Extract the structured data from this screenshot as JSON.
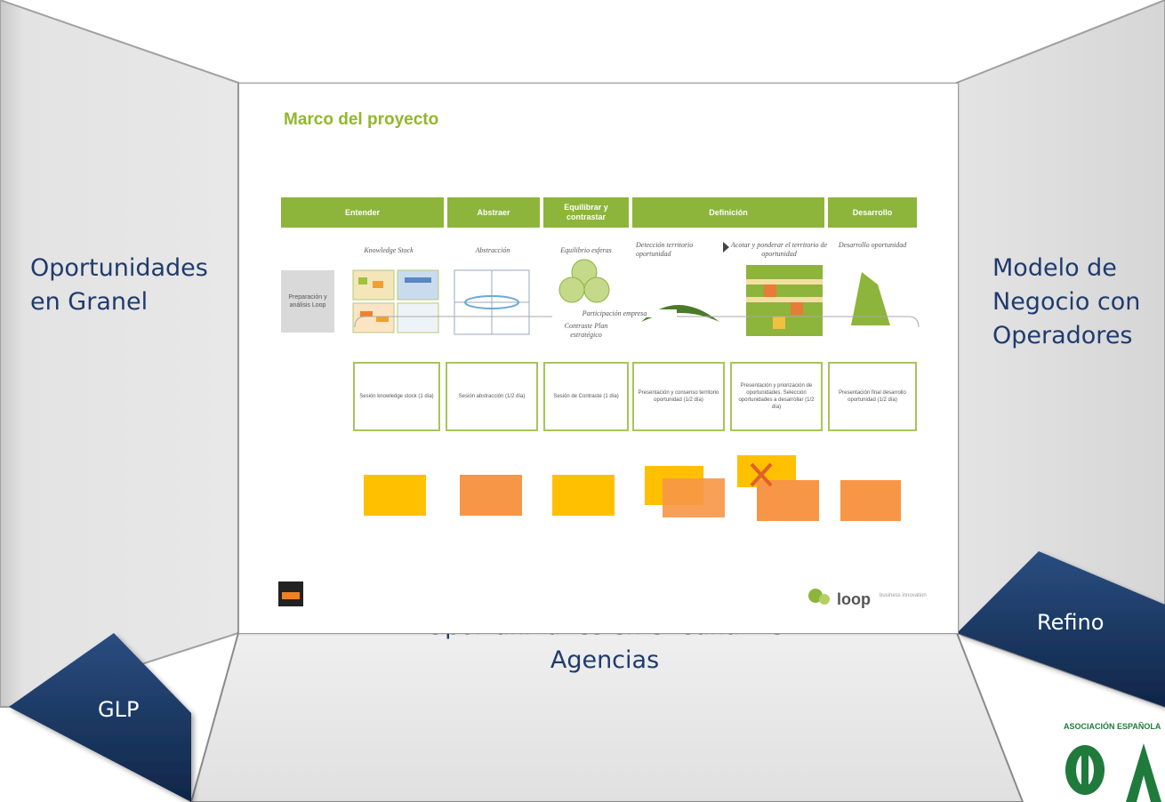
{
  "panels": {
    "left": "Oportunidades en Granel",
    "right": "Modelo de Negocio con Operadores",
    "bottom": "Oportunidades en el Canal de Agencias"
  },
  "corner_tabs": {
    "bottom_left": "GLP",
    "bottom_right": "Refino"
  },
  "slide": {
    "title": "Marco del proyecto",
    "phases": [
      "Entender",
      "Abstraer",
      "Equilibrar y contrastar",
      "Definición",
      "Desarrollo"
    ],
    "captions": {
      "knowledge": "Knowledge Stock",
      "abstraccion": "Abstracción",
      "equilibrio": "Equilibrio esferas",
      "contraste": "Contraste Plan estratégico",
      "deteccion": "Detección territorio oportunidad",
      "acotar": "Acotar y ponderar el territorio de oportunidad",
      "desarrollo": "Desarrollo oportunidad"
    },
    "prep_box": "Preparación y análisis Loop",
    "participation": "Participación empresa",
    "sessions": [
      "Sesión knowledge stock (1 día)",
      "Sesión abstracción (1/2 día)",
      "Sesión de Contraste (1 día)",
      "Presentación y consenso territorio oportunidad (1/2 día)",
      "Presentación y priorización de oportunidades. Selección oportunidades a desarrollar (1/2 día)",
      "Presentación final desarrollo oportunidad (1/2 día)"
    ],
    "logo_text": "loop",
    "logo_tagline": "business innovation"
  },
  "association_logo_text": "ASOCIACIÓN ESPAÑOLA",
  "colors": {
    "panel_fill": "#dcdcdc",
    "tab_fill": "#1b3a66",
    "label_text": "#1f3b6e",
    "phase_green": "#8db43b",
    "session_border": "#a8c45a",
    "yellow": "#ffc000",
    "orange": "#f79646",
    "assoc_green": "#1f7a3c"
  }
}
